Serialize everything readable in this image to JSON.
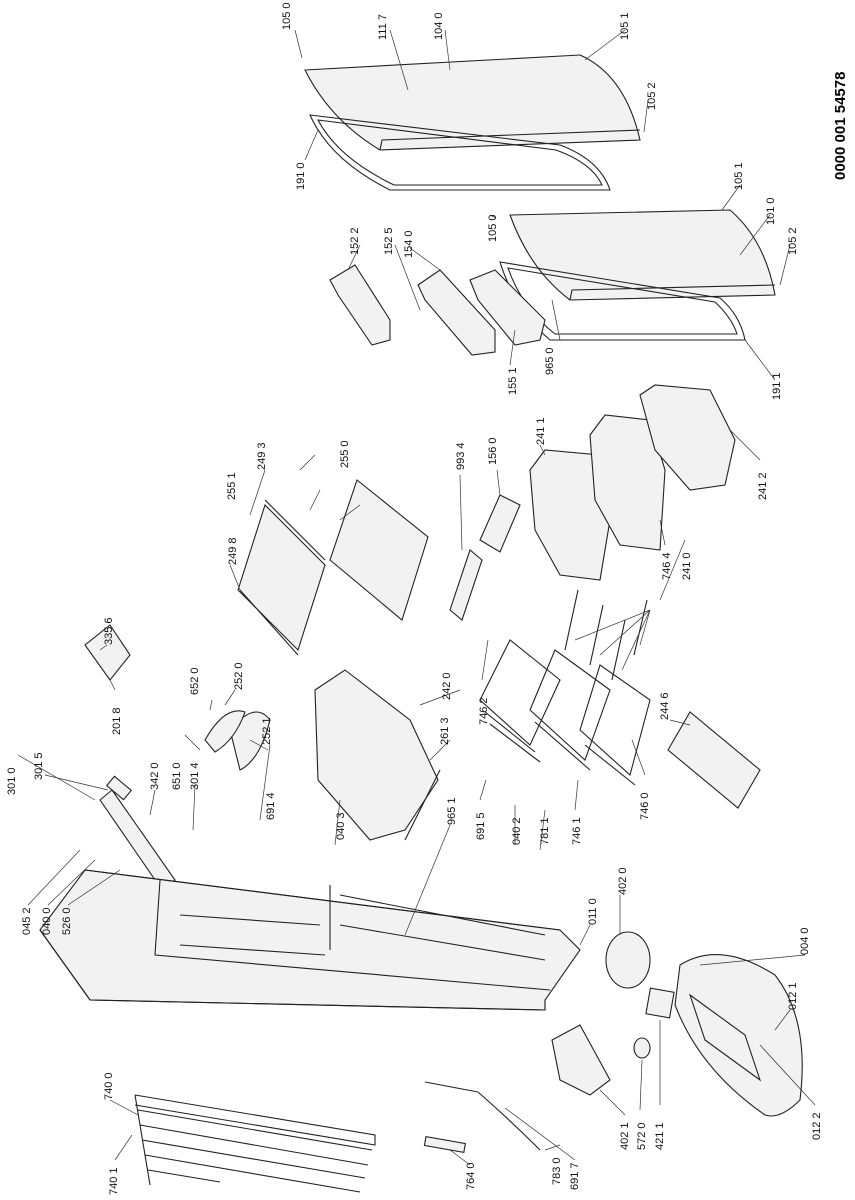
{
  "document_number": "0000 001 54578",
  "labels": [
    "105 0",
    "111 7",
    "104 0",
    "105 1",
    "105 2",
    "191 0",
    "105 1",
    "101 0",
    "105 0",
    "105 2",
    "152 2",
    "152 5",
    "154 0",
    "965 0",
    "155 1",
    "191 1",
    "993 4",
    "156 0",
    "241 1",
    "241 2",
    "746 4",
    "241 0",
    "255 1",
    "249 3",
    "255 0",
    "249 8",
    "335 6",
    "201 8",
    "652 0",
    "252 0",
    "252 1",
    "746 2",
    "244 6",
    "746 0",
    "691 4",
    "242 0",
    "261 3",
    "301 0",
    "301 5",
    "342 0",
    "651 0",
    "301 4",
    "040 3",
    "965 1",
    "691 5",
    "040 2",
    "781 1",
    "746 1",
    "045 2",
    "040 0",
    "526 0",
    "011 0",
    "402 0",
    "004 0",
    "012 1",
    "012 2",
    "740 0",
    "740 1",
    "764 0",
    "783 0",
    "691 7",
    "402 1",
    "572 0",
    "421 1"
  ]
}
